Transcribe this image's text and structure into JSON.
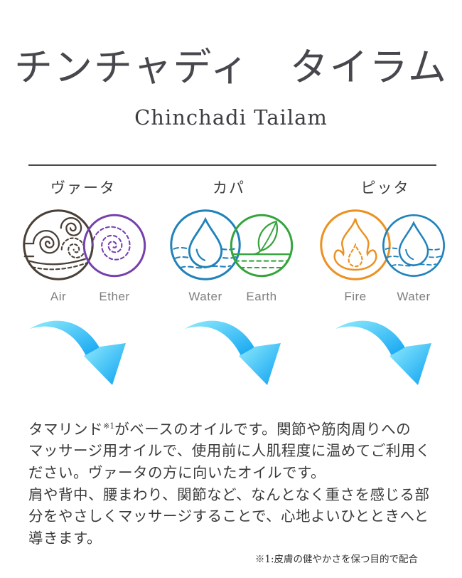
{
  "header": {
    "title_ja": "チンチャディ　タイラム",
    "title_en": "Chinchadi Tailam"
  },
  "doshas": [
    {
      "name": "ヴァータ",
      "elements": [
        {
          "label": "Air",
          "color": "#4a4037",
          "icon": "air-swirl-icon"
        },
        {
          "label": "Ether",
          "color": "#7540ad",
          "icon": "ether-spiral-icon"
        }
      ]
    },
    {
      "name": "カパ",
      "elements": [
        {
          "label": "Water",
          "color": "#2082ba",
          "icon": "water-drop-icon"
        },
        {
          "label": "Earth",
          "color": "#35a43d",
          "icon": "earth-leaf-icon"
        }
      ]
    },
    {
      "name": "ピッタ",
      "elements": [
        {
          "label": "Fire",
          "color": "#eb9121",
          "icon": "fire-flame-icon"
        },
        {
          "label": "Water",
          "color": "#2082ba",
          "icon": "water-drop-icon"
        }
      ]
    }
  ],
  "arrow": {
    "icon": "curved-down-arrow-icon"
  },
  "colors": {
    "arrow_gradient_start": "#90ebfc",
    "arrow_gradient_end": "#0da2f2",
    "divider": "#4a4a4a",
    "title_text": "#47474d",
    "body_text": "#3a3a3a",
    "element_label": "#7e7e7e"
  },
  "body": {
    "sentence_parts": {
      "prefix": "タマリンド",
      "superscript": "※1",
      "suffix": "がベースのオイルです。関節や筋肉周りへの"
    },
    "lines": [
      "マッサージ用オイルで、使用前に人肌程度に温めてご利用く",
      "ださい。ヴァータの方に向いたオイルです。",
      "肩や背中、腰まわり、関節など、なんとなく重さを感じる部",
      "分をやさしくマッサージすることで、心地よいひとときへと",
      "導きます。"
    ],
    "footnote": "※1:皮膚の健やかさを保つ目的で配合"
  }
}
